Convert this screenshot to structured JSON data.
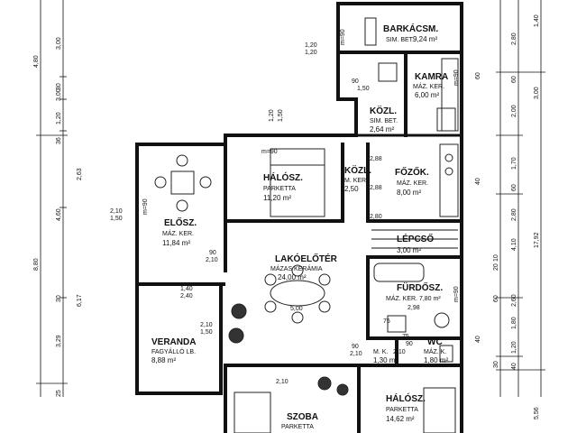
{
  "rooms": {
    "barkacsm": {
      "name": "BARKÁCSM.",
      "floor": "SIM. BET.",
      "area": "9,24 m²"
    },
    "kamra": {
      "name": "KAMRA",
      "floor": "MÁZ. KER.",
      "area": "6,00 m²"
    },
    "kozl_top": {
      "name": "KÖZL.",
      "floor": "SIM. BET.",
      "area": "2,64 m²"
    },
    "halosz1": {
      "name": "HÁLÓSZ.",
      "floor": "PARKETTA",
      "area": "11,20 m²"
    },
    "kozl_mid": {
      "name": "KÖZL.",
      "floor": "M. KER.",
      "area": "2,50"
    },
    "fozok": {
      "name": "FŐZŐK.",
      "floor": "MÁZ. KER.",
      "area": "8,00 m²"
    },
    "elosz": {
      "name": "ELŐSZ.",
      "floor": "MÁZ. KER.",
      "area": "11,84 m²"
    },
    "lepcso": {
      "name": "LÉPCSŐ",
      "area": "3,00 m²"
    },
    "lakoeloter": {
      "name": "LAKÓELŐTÉR",
      "floor": "MÁZAS KERÁMIA",
      "area": "24,00 m²"
    },
    "furdosz": {
      "name": "FÜRDŐSZ.",
      "floor": "MÁZ. KER. 7,80 m²"
    },
    "veranda": {
      "name": "VERANDA",
      "floor": "FAGYÁLLÓ LB.",
      "area": "8,88 m²"
    },
    "wc": {
      "name": "WC",
      "floor": "MÁZ. K.",
      "area": "1,80 m²"
    },
    "mk": {
      "name": "M. K.",
      "area": "1,30 m²"
    },
    "szoba": {
      "name": "SZOBA",
      "floor": "PARKETTA"
    },
    "halosz2": {
      "name": "HÁLÓSZ.",
      "floor": "PARKETTA",
      "area": "14,62 m²"
    }
  },
  "dims": {
    "left_outer": [
      "4,80",
      "8,80",
      "3,29",
      "25"
    ],
    "left_inner": [
      "3,00",
      "30",
      "3,00",
      "1,20",
      "36",
      "2,63",
      "4,60",
      "6,17",
      "30"
    ],
    "right_outer": [
      "17,92"
    ],
    "right_inner": [
      "1,40",
      "2,80",
      "60",
      "3,00",
      "2,00",
      "1,70",
      "60",
      "2,80",
      "4,10",
      "2,60",
      "1,80",
      "1,20",
      "40"
    ],
    "right_mid": [
      "10",
      "20",
      "60",
      "30",
      "40",
      "60",
      "40",
      "5,56"
    ],
    "openings": [
      "1,20",
      "1,20",
      "1,20",
      "1,50",
      "2,10",
      "1,50",
      "90",
      "2,10",
      "1,40",
      "2,40",
      "2,10",
      "1,50",
      "5,00",
      "90",
      "2,10",
      "2,98",
      "75",
      "90",
      "2,10",
      "75",
      "2,10",
      "2,88",
      "2,88",
      "2,80",
      "90",
      "1,50"
    ],
    "window_marks": [
      "m=90",
      "m=90",
      "m=90",
      "m=90",
      "m=90"
    ]
  }
}
